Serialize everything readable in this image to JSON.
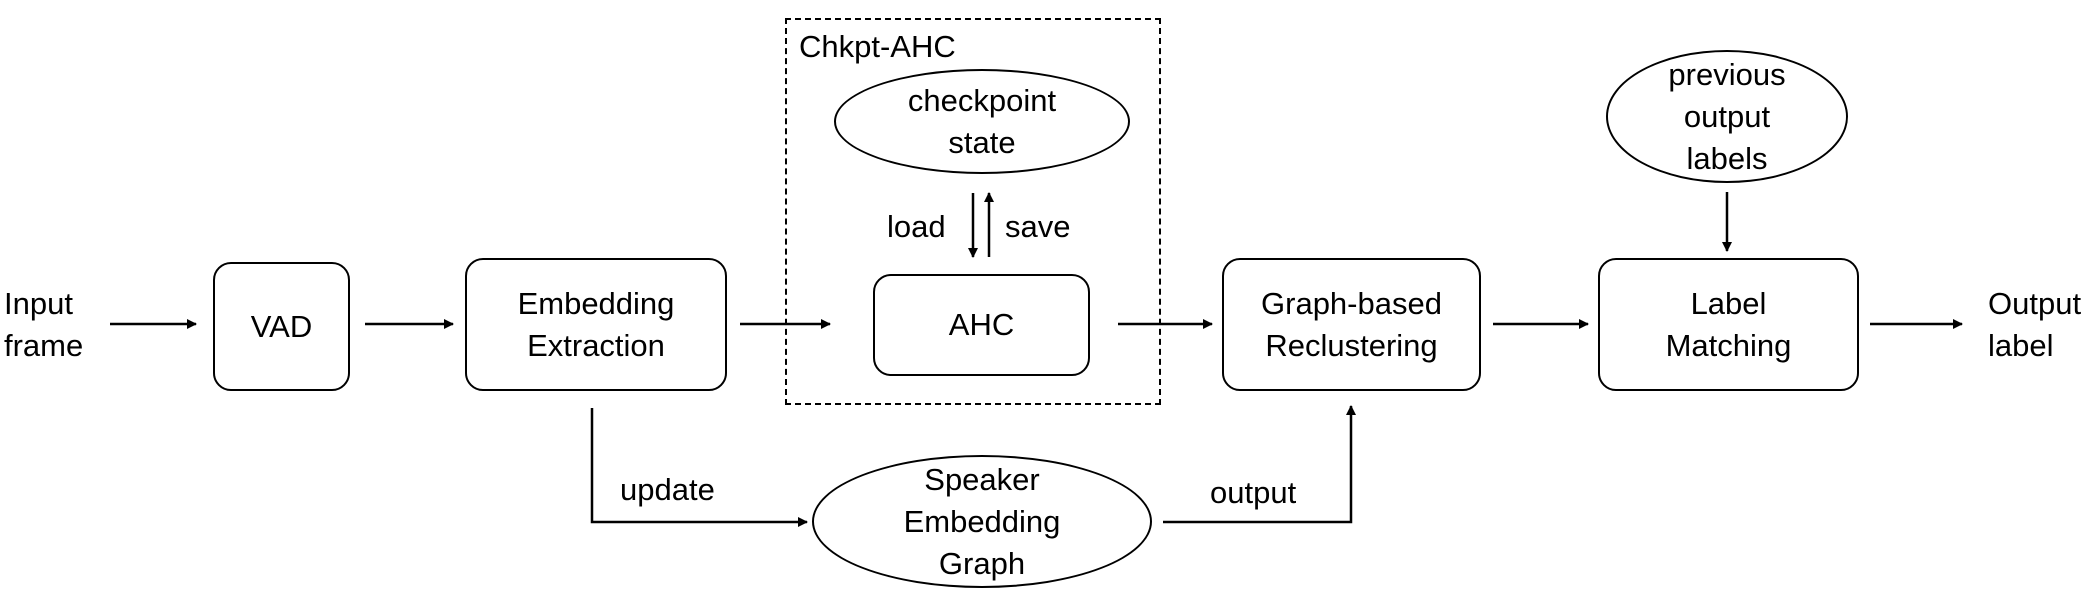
{
  "input": "Input\nframe",
  "output_label": "Output\nlabel",
  "nodes": {
    "vad": "VAD",
    "embedding_extraction": "Embedding\nExtraction",
    "ahc": "AHC",
    "graph_reclustering": "Graph-based\nReclustering",
    "label_matching": "Label\nMatching",
    "checkpoint_state": "checkpoint\nstate",
    "previous_output_labels": "previous\noutput\nlabels",
    "speaker_embedding_graph": "Speaker\nEmbedding\nGraph"
  },
  "group": {
    "title": "Chkpt-AHC"
  },
  "edge_labels": {
    "load": "load",
    "save": "save",
    "update": "update",
    "output": "output"
  }
}
